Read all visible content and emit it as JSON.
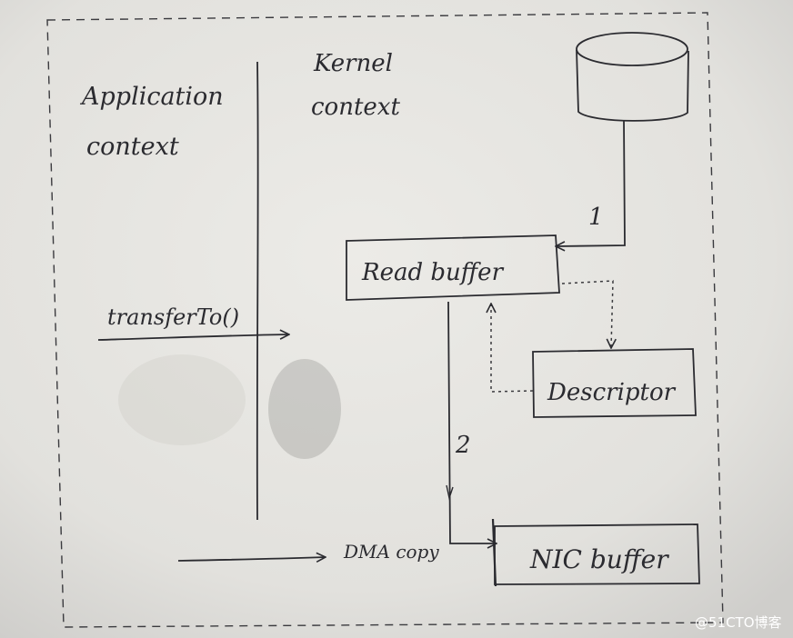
{
  "labels": {
    "application_context": [
      "Application",
      "context"
    ],
    "kernel_context": [
      "Kernel",
      "context"
    ],
    "transfer_call": "transferTo()",
    "read_buffer": "Read buffer",
    "descriptor": "Descriptor",
    "nic_buffer": "NIC buffer",
    "dma_copy": "DMA copy",
    "step_1": "1",
    "step_2": "2"
  },
  "watermark": "@51CTO博客",
  "colors": {
    "paper": "#e6e5e1",
    "ink": "#2b2b30",
    "pencil_smudge": "#7d7c7a"
  }
}
